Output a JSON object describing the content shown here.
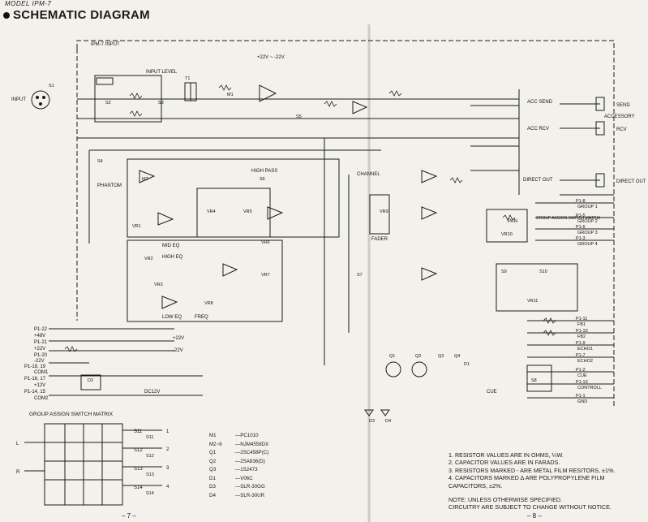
{
  "header": {
    "model": "MODEL IPM-7",
    "title": "SCHEMATIC DIAGRAM"
  },
  "pages": {
    "left": "– 7 –",
    "right": "– 8 –"
  },
  "labels": {
    "ipm_input": "IPM-7 INPUT",
    "input": "INPUT",
    "send": "SEND",
    "accessory": "ACCESSORY",
    "rcv": "RCV",
    "direct_out": "DIRECT OUT",
    "acc_send": "ACC SEND",
    "acc_rcv": "ACC RCV",
    "direct_out_sw": "DIRECT OUT",
    "group_matrix_box": "GROUP ASSIGN SWITCH MATRIX",
    "cue": "CUE",
    "controll": "CONTROLL",
    "gnd": "GND",
    "phantom": "PHANTOM",
    "input_level": "INPUT LEVEL",
    "high_pass": "HIGH PASS",
    "channel": "CHANNEL",
    "fader": "FADER",
    "pan": "PAN",
    "mid_eq": "MID EQ",
    "high_eq": "HIGH EQ",
    "low_eq": "LOW EQ",
    "freq": "FREQ",
    "plus22v": "+22V",
    "minus22v": "-22V",
    "supply_pm": "+22V ~ -22V",
    "p1_22": "P1-22",
    "p1_20": "P1-20",
    "p1_21": "P1-21",
    "p1_18": "P1-18, 19",
    "p1_16": "P1-16, 17",
    "p1_14": "P1-14, 15",
    "plus48v": "+48V",
    "plus22v_b": "+22V",
    "minus22v_b": "-22V",
    "com1": "COM1",
    "plus12v": "+12V",
    "com2": "COM2",
    "dc12v": "DC12V",
    "outputs": [
      {
        "pin": "P1-8",
        "name": "GROUP 1"
      },
      {
        "pin": "P1-5",
        "name": "GROUP 2"
      },
      {
        "pin": "P1-6",
        "name": "GROUP 3"
      },
      {
        "pin": "P1-3",
        "name": "GROUP 4"
      },
      {
        "pin": "P1-11",
        "name": "FB1"
      },
      {
        "pin": "P1-10",
        "name": "FB2"
      },
      {
        "pin": "P1-9",
        "name": "ECHO1"
      },
      {
        "pin": "P1-7",
        "name": "ECHO2"
      },
      {
        "pin": "P1-2",
        "name": "CUE"
      },
      {
        "pin": "P1-13",
        "name": "CONTROLL"
      },
      {
        "pin": "P1-1",
        "name": "GND"
      }
    ],
    "parts": [
      "S1",
      "S2",
      "S3",
      "S4",
      "S5",
      "S6",
      "S7",
      "S8",
      "S9",
      "S10",
      "S11",
      "S12",
      "S13",
      "S14",
      "T1",
      "Q1",
      "Q2",
      "Q3",
      "Q4",
      "D1",
      "D2",
      "D3",
      "D4",
      "M1",
      "M2",
      "VR1",
      "VR2",
      "VR3",
      "VR4",
      "VR5",
      "VR6",
      "VR7",
      "VR8",
      "VR9",
      "VR10",
      "VR11"
    ],
    "matrix_title": "GROUP ASSIGN SWITCH MATRIX",
    "matrix_groups": [
      "1",
      "2",
      "3",
      "4"
    ],
    "matrix_lr": [
      "L",
      "R"
    ],
    "matrix_switches": [
      "S11",
      "S12",
      "S13",
      "S14"
    ]
  },
  "legend": [
    {
      "ref": "M1",
      "part": "PC1010"
    },
    {
      "ref": "M2~6",
      "part": "NJM4558DX"
    },
    {
      "ref": "Q1",
      "part": "2SC458P(C)"
    },
    {
      "ref": "Q2",
      "part": "2SA836(D)"
    },
    {
      "ref": "Q3",
      "part": "1S2473"
    },
    {
      "ref": "D1",
      "part": "V06C"
    },
    {
      "ref": "D3",
      "part": "SLR-30GG"
    },
    {
      "ref": "D4",
      "part": "SLR-30UR"
    }
  ],
  "notes": [
    "1. RESISTOR VALUES ARE IN OHMS, ¼W.",
    "2. CAPACITOR VALUES ARE IN FARADS.",
    "3. RESISTORS MARKED - ARE METAL FILM RESITORS, ±1%.",
    "4. CAPACITORS MARKED ∆ ARE POLYPROPYLENE FILM",
    "    CAPACITORS, ±2%."
  ],
  "footnote": [
    "NOTE:  UNLESS OTHERWISE SPECIFIED.",
    "             CIRCUITRY ARE SUBJECT TO CHANGE WITHOUT NOTICE."
  ]
}
